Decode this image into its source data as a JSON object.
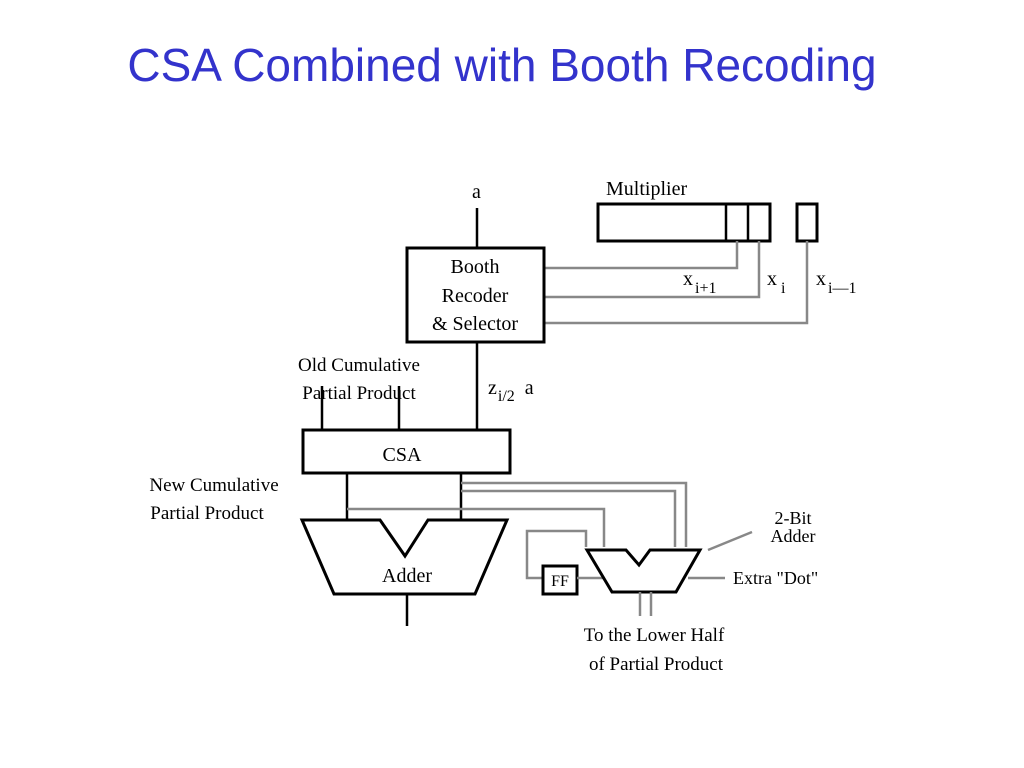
{
  "title": "CSA Combined with Booth Recoding",
  "diagram": {
    "input_a": "a",
    "multiplier_label": "Multiplier",
    "booth": [
      "Booth",
      "Recoder",
      "& Selector"
    ],
    "x_i_plus_1": {
      "base": "x",
      "sub": "i+1"
    },
    "x_i": {
      "base": "x",
      "sub": "i"
    },
    "x_i_minus_1": {
      "base": "x",
      "sub": "i—1"
    },
    "old_cumulative": [
      "Old Cumulative",
      "Partial Product"
    ],
    "z_label": {
      "base": "z",
      "sub": "i/2",
      "suffix": "a"
    },
    "csa_label": "CSA",
    "new_cumulative": [
      "New Cumulative",
      "Partial Product"
    ],
    "adder_label": "Adder",
    "ff_label": "FF",
    "two_bit_adder": [
      "2-Bit",
      "Adder"
    ],
    "extra_dot": "Extra \"Dot\"",
    "lower_half": [
      "To the Lower Half",
      "of Partial Product"
    ]
  }
}
